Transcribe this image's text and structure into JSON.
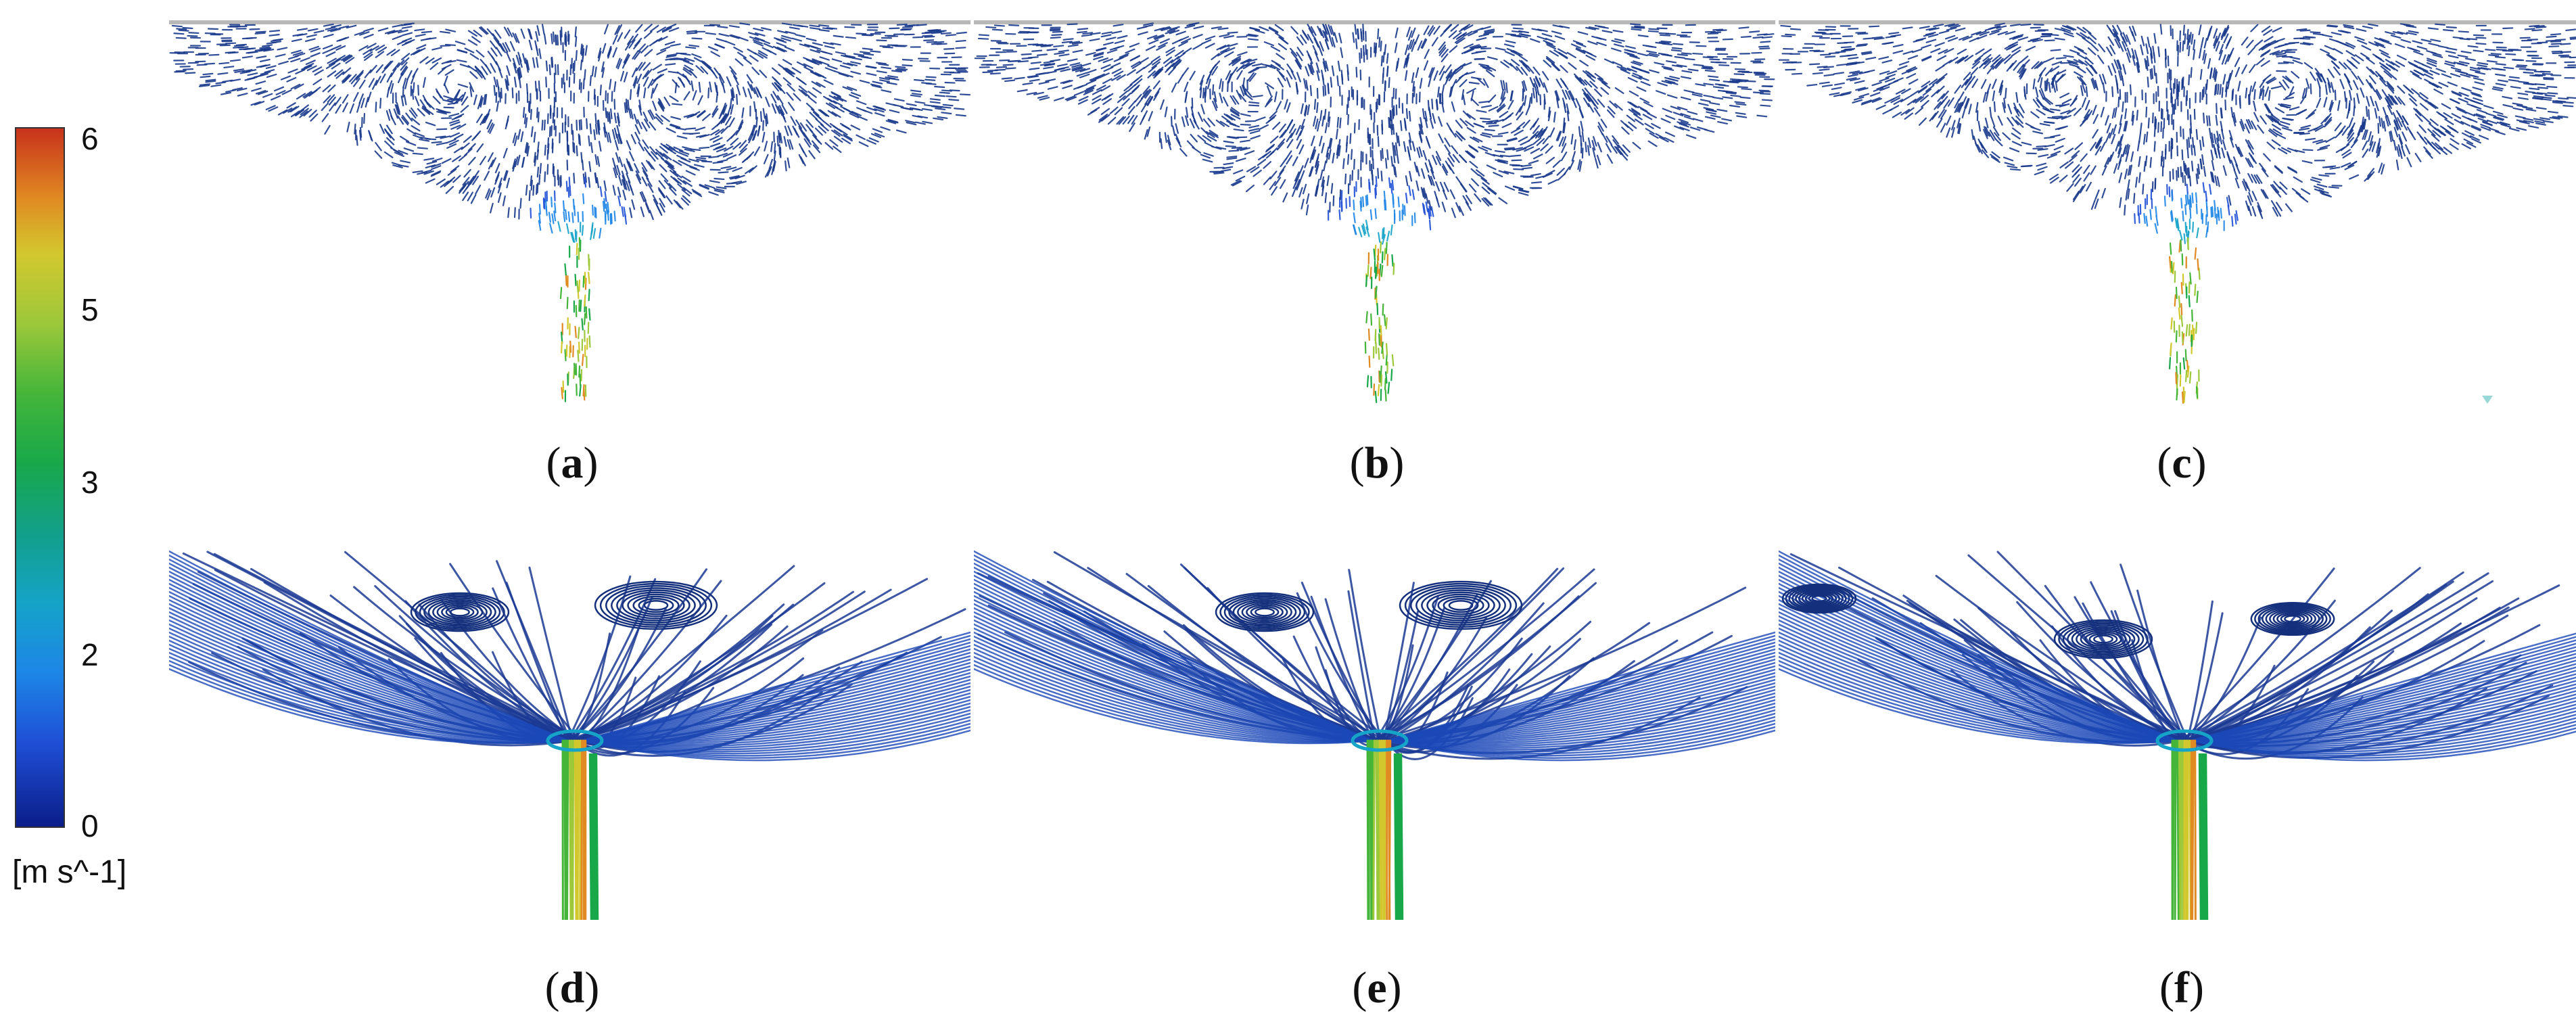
{
  "colorbar": {
    "ticks": [
      "6",
      "5",
      "3",
      "2",
      "0"
    ],
    "unit": "[m s^-1]",
    "colors": [
      "#0b1e8a",
      "#1f4fd6",
      "#1d86e6",
      "#15a3c8",
      "#12a08a",
      "#18a84a",
      "#45b53a",
      "#9cc83a",
      "#d2c82e",
      "#e08a22",
      "#c8321c"
    ]
  },
  "panels": [
    {
      "letter": "a",
      "kind": "vectors"
    },
    {
      "letter": "b",
      "kind": "vectors"
    },
    {
      "letter": "c",
      "kind": "vectors"
    },
    {
      "letter": "d",
      "kind": "streamlines"
    },
    {
      "letter": "e",
      "kind": "streamlines"
    },
    {
      "letter": "f",
      "kind": "streamlines"
    }
  ],
  "caption_parens": {
    "open": "(",
    "close": ")"
  }
}
